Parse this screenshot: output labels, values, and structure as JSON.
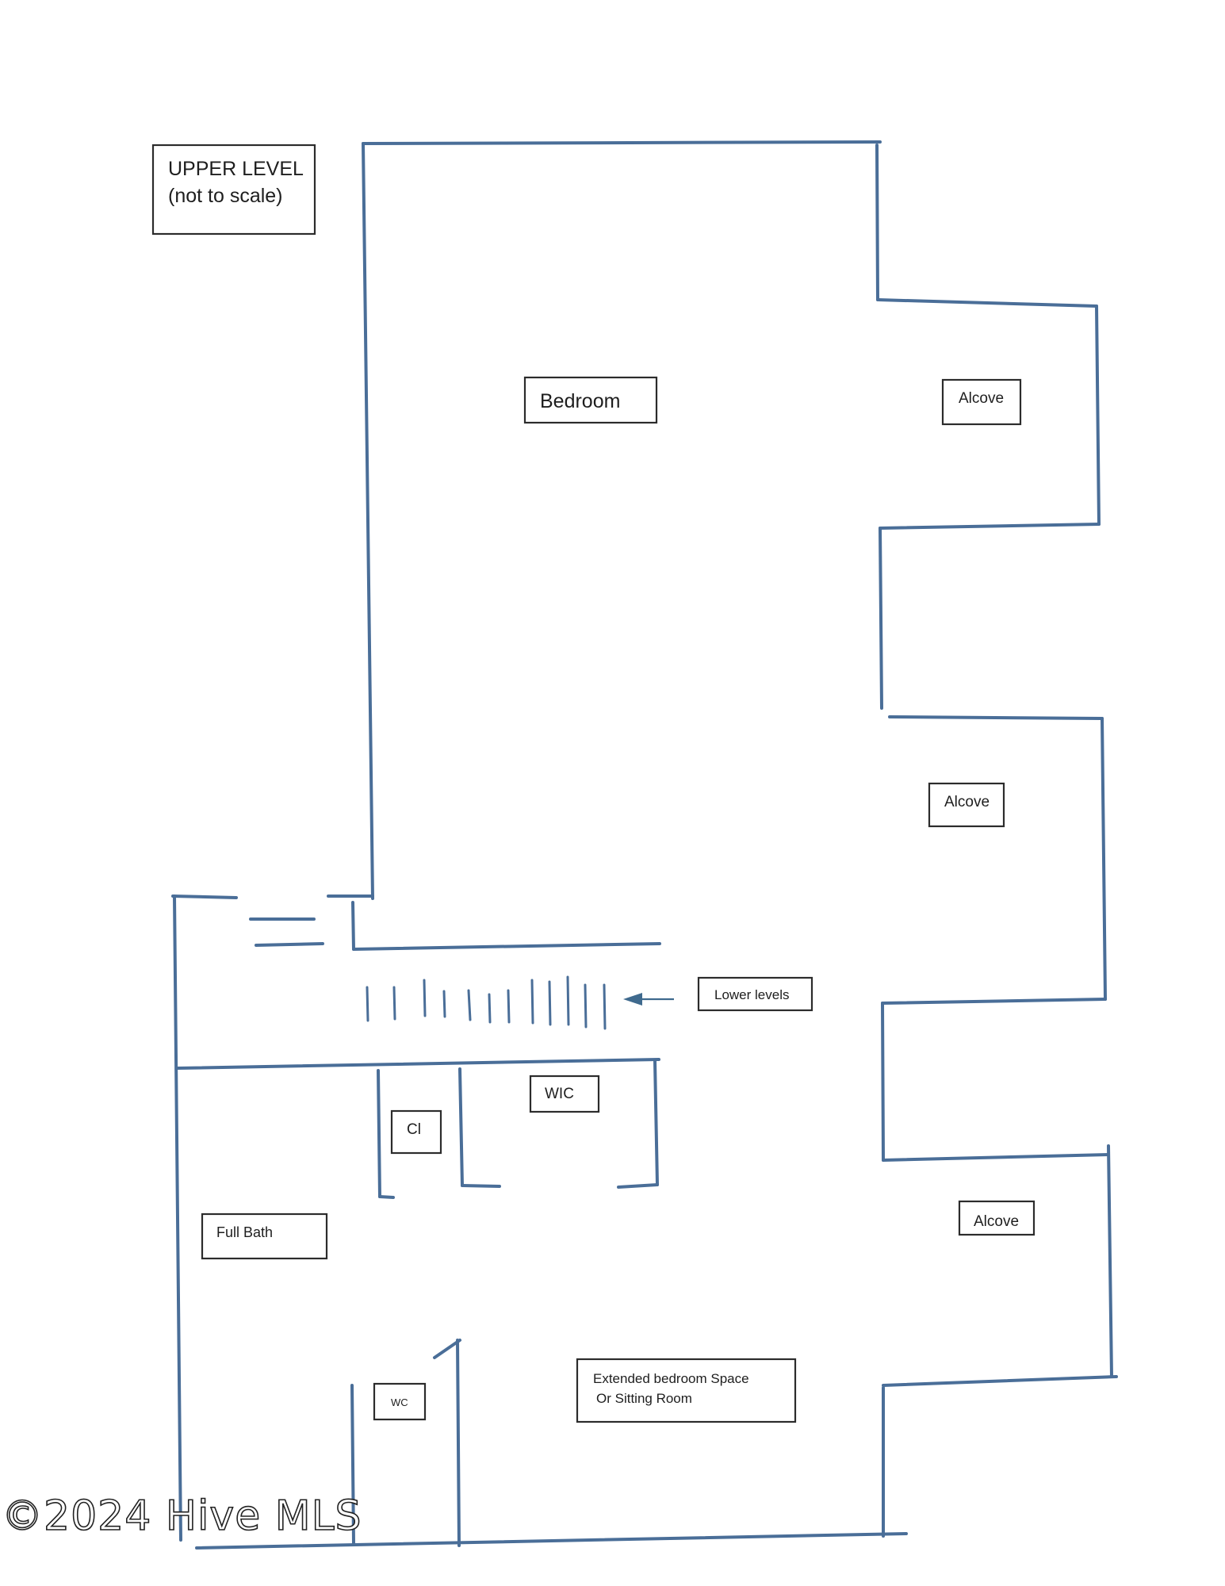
{
  "title_box": {
    "line1": "UPPER LEVEL",
    "line2": "(not to scale)"
  },
  "rooms": {
    "bedroom": "Bedroom",
    "alcove_top": "Alcove",
    "alcove_middle": "Alcove",
    "alcove_bottom": "Alcove",
    "lower_levels": "Lower levels",
    "wic": "WIC",
    "closet": "Cl",
    "full_bath": "Full Bath",
    "wc": "WC",
    "extended_line1": "Extended bedroom Space",
    "extended_line2": "Or Sitting Room"
  },
  "watermark": "©2024 Hive MLS",
  "colors": {
    "wall": "#4a6e98",
    "label_border": "#2c2c2c"
  }
}
